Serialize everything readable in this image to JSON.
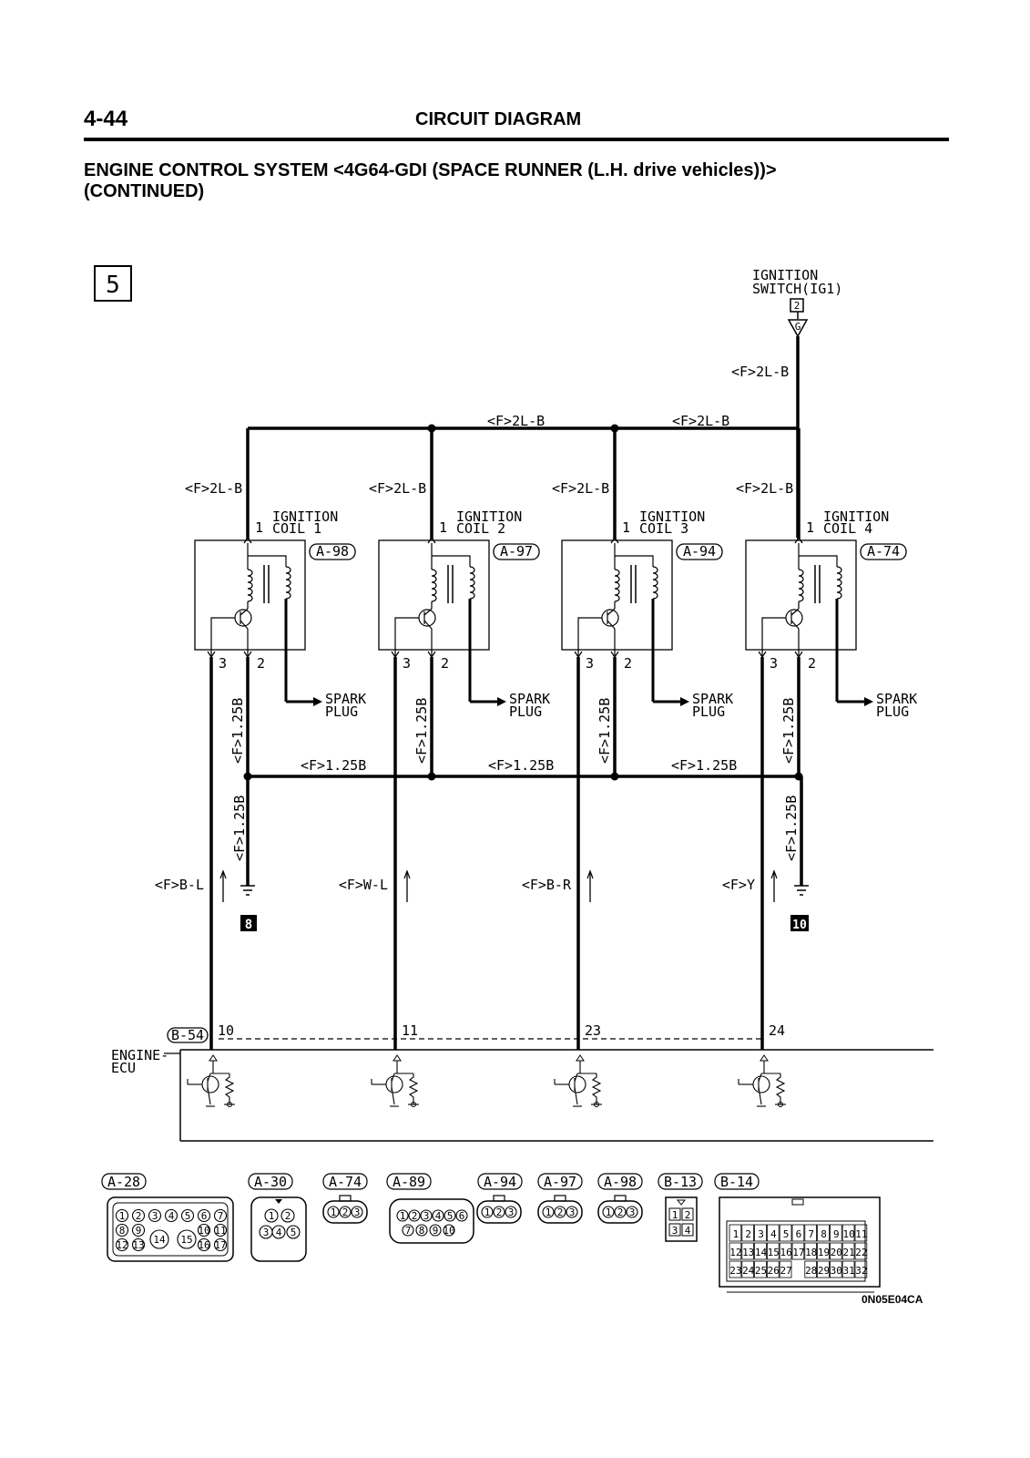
{
  "header": {
    "page_number": "4-44",
    "section": "CIRCUIT DIAGRAM",
    "title_line1": "ENGINE CONTROL SYSTEM <4G64-GDI (SPACE RUNNER (L.H. drive vehicles))>",
    "title_line2": "(CONTINUED)"
  },
  "diagram": {
    "page_box": "5",
    "ignition_switch": {
      "line1": "IGNITION",
      "line2": "SWITCH(IG1)",
      "box": "2",
      "triangle": "G"
    },
    "main_wire": "<F>2L-B",
    "coils": [
      {
        "line1": "IGNITION",
        "line2": "COIL 1",
        "connector": "A-98",
        "ground_code": "<F>B-L",
        "ecu_pin": "10",
        "ground_box": "8"
      },
      {
        "line1": "IGNITION",
        "line2": "COIL 2",
        "connector": "A-97",
        "ground_code": "<F>W-L",
        "ecu_pin": "11"
      },
      {
        "line1": "IGNITION",
        "line2": "COIL 3",
        "connector": "A-94",
        "ground_code": "<F>B-R",
        "ecu_pin": "23"
      },
      {
        "line1": "IGNITION",
        "line2": "COIL 4",
        "connector": "A-74",
        "ground_code": "<F>Y",
        "ecu_pin": "24",
        "ground_box": "10"
      }
    ],
    "pin1": "1",
    "pin2": "2",
    "pin3": "3",
    "spark_plug": {
      "line1": "SPARK",
      "line2": "PLUG"
    },
    "ground_wire": "<F>1.25B",
    "ecu": {
      "connector": "B-54",
      "line1": "ENGINE-",
      "line2": "ECU"
    }
  },
  "connectors": {
    "labels": [
      "A-28",
      "A-30",
      "A-74",
      "A-89",
      "A-94",
      "A-97",
      "A-98",
      "B-13",
      "B-14"
    ],
    "a28_pins": [
      "1",
      "2",
      "3",
      "4",
      "5",
      "6",
      "7",
      "8",
      "9",
      "10",
      "11",
      "12",
      "13",
      "14",
      "15",
      "16",
      "17"
    ],
    "a30_pins": [
      "1",
      "2",
      "3",
      "4",
      "5"
    ],
    "three_pins": [
      "1",
      "2",
      "3"
    ],
    "a89_pins": [
      "1",
      "2",
      "3",
      "4",
      "5",
      "6",
      "7",
      "8",
      "9",
      "10"
    ],
    "b13_pins": [
      "1",
      "2",
      "3",
      "4"
    ],
    "b14_row1": [
      "1",
      "2",
      "3",
      "4",
      "5",
      "6",
      "7",
      "8",
      "9",
      "10",
      "11"
    ],
    "b14_row2": [
      "12",
      "13",
      "14",
      "15",
      "16",
      "17",
      "18",
      "19",
      "20",
      "21",
      "22"
    ],
    "b14_row3": [
      "23",
      "24",
      "25",
      "26",
      "27",
      "28",
      "29",
      "30",
      "31",
      "32"
    ]
  },
  "figure_code": "0N05E04CA"
}
